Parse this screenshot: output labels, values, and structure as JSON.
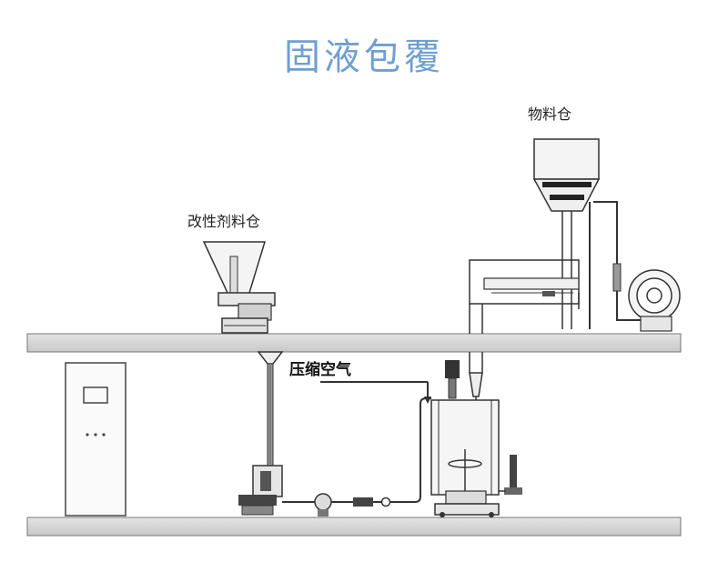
{
  "title": "固液包覆",
  "labels": {
    "material_bin": "物料仓",
    "modifier_bin": "改性剂料仓",
    "compressed_air": "压缩空气"
  },
  "colors": {
    "title": "#6f9fd0",
    "floor": "#d6d6d6",
    "line": "#333333"
  }
}
